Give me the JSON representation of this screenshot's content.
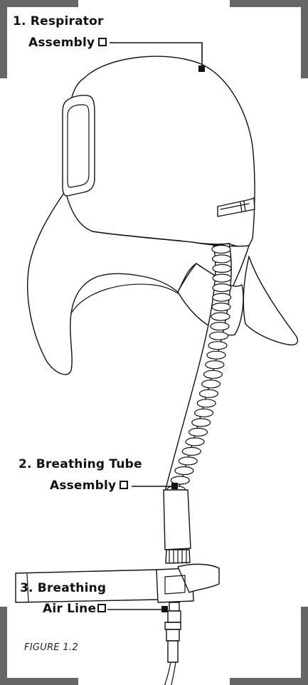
{
  "labels": {
    "respirator": {
      "line1": "1. Respirator",
      "line2": "Assembly"
    },
    "breathing_tube": {
      "line1": "2. Breathing Tube",
      "line2": "Assembly"
    },
    "air_line": {
      "line1": "3. Breathing",
      "line2": "Air Line"
    }
  },
  "caption": "FIGURE 1.2",
  "colors": {
    "frame": "#666666",
    "ink": "#111111"
  },
  "icons": [
    "callout-box-icon"
  ]
}
